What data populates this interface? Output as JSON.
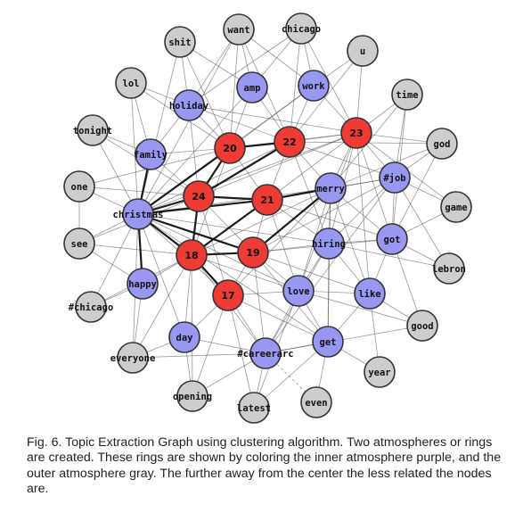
{
  "figure": {
    "caption": "Fig. 6. Topic Extraction Graph using clustering algorithm. Two atmospheres or rings are created. These rings are shown by coloring the inner atmosphere purple, and the outer atmosphere gray. The further away from the center the less related the nodes are."
  },
  "colors": {
    "core": "#ef3b36",
    "inner": "#9898f2",
    "outer": "#cdcdcd",
    "edge": "#444444"
  },
  "graph": {
    "core_nodes": [
      "17",
      "18",
      "19",
      "20",
      "21",
      "22",
      "23",
      "24"
    ],
    "inner_nodes": [
      "amp",
      "work",
      "holiday",
      "family",
      "merry",
      "#job",
      "christmas",
      "hiring",
      "got",
      "happy",
      "love",
      "like",
      "day",
      "get",
      "#careerarc"
    ],
    "outer_nodes": [
      "shit",
      "want",
      "chicago",
      "u",
      "lol",
      "time",
      "tonight",
      "god",
      "one",
      "game",
      "see",
      "lebron",
      "#chicago",
      "good",
      "everyone",
      "year",
      "opening",
      "latest",
      "even"
    ]
  }
}
